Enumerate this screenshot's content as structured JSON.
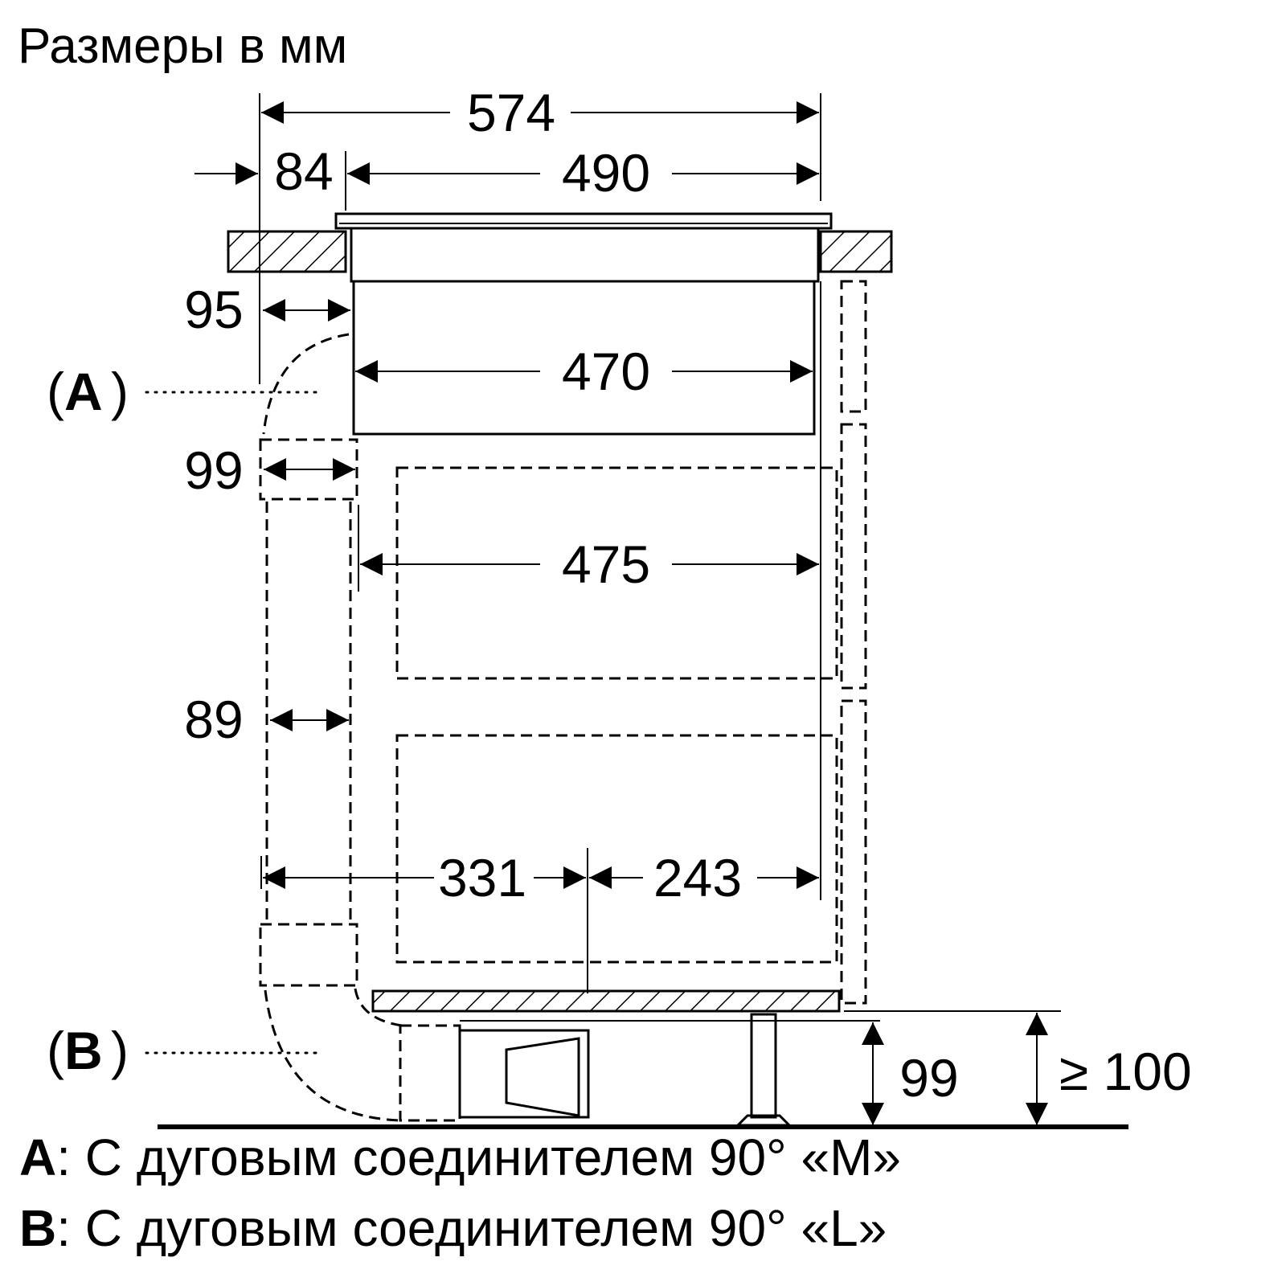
{
  "title": "Размеры в мм",
  "dimensions": {
    "d574": "574",
    "d84": "84",
    "d490": "490",
    "d95": "95",
    "d470": "470",
    "d99_side": "99",
    "d475": "475",
    "d89": "89",
    "d331": "331",
    "d243": "243",
    "d99_bottom": "99",
    "d100": "≥ 100"
  },
  "callouts": {
    "a": {
      "open": "(",
      "letter": "A",
      "close": ")"
    },
    "b": {
      "open": "(",
      "letter": "B",
      "close": ")"
    }
  },
  "legend": [
    {
      "key": "A",
      "text": ": С дуговым соединителем 90° «M»"
    },
    {
      "key": "B",
      "text": ": С дуговым соединителем 90° «L»"
    }
  ]
}
